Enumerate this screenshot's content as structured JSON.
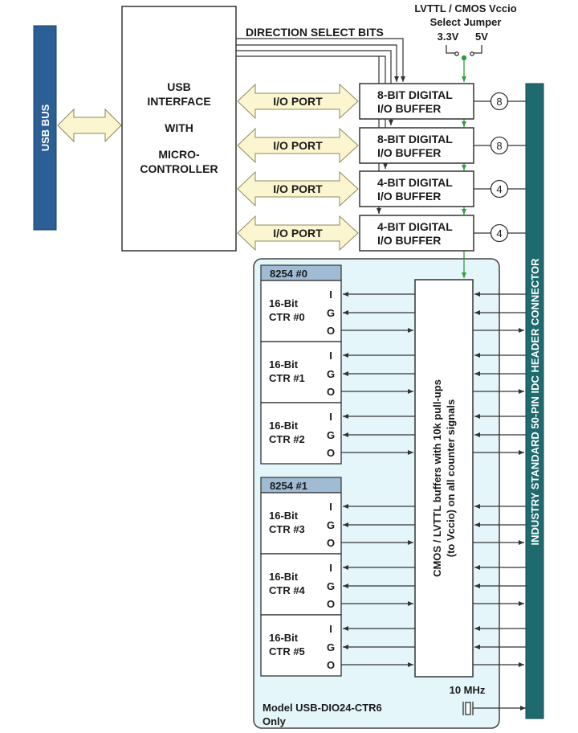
{
  "usb_bus": {
    "label": "USB BUS",
    "color": "#2c5f96"
  },
  "usb_interface": {
    "line1": "USB",
    "line2": "INTERFACE",
    "line3": "WITH",
    "line4": "MICRO-",
    "line5": "CONTROLLER"
  },
  "direction_select_label": "DIRECTION SELECT BITS",
  "jumper": {
    "title1": "LVTTL / CMOS Vccio",
    "title2": "Select Jumper",
    "opt_low": "3.3V",
    "opt_high": "5V"
  },
  "io_ports": [
    {
      "label": "I/O PORT",
      "buffer1": "8-BIT DIGITAL",
      "buffer2": "I/O BUFFER",
      "bits": "8"
    },
    {
      "label": "I/O PORT",
      "buffer1": "8-BIT DIGITAL",
      "buffer2": "I/O BUFFER",
      "bits": "8"
    },
    {
      "label": "I/O PORT",
      "buffer1": "4-BIT DIGITAL",
      "buffer2": "I/O BUFFER",
      "bits": "4"
    },
    {
      "label": "I/O PORT",
      "buffer1": "4-BIT DIGITAL",
      "buffer2": "I/O BUFFER",
      "bits": "4"
    }
  ],
  "connector": {
    "label": "INDUSTRY STANDARD 50-PIN IDC HEADER CONNECTOR",
    "color": "#1e6a6e"
  },
  "counter_chips": [
    {
      "title": "8254 #0",
      "counters": [
        {
          "line1": "16-Bit",
          "line2": "CTR #0"
        },
        {
          "line1": "16-Bit",
          "line2": "CTR #1"
        },
        {
          "line1": "16-Bit",
          "line2": "CTR #2"
        }
      ]
    },
    {
      "title": "8254 #1",
      "counters": [
        {
          "line1": "16-Bit",
          "line2": "CTR #3"
        },
        {
          "line1": "16-Bit",
          "line2": "CTR #4"
        },
        {
          "line1": "16-Bit",
          "line2": "CTR #5"
        }
      ]
    }
  ],
  "pins": {
    "i": "I",
    "g": "G",
    "o": "O"
  },
  "buffer_block": {
    "line1": "CMOS / LVTTL buffers with 10k pull-ups",
    "line2": "(to Vccio) on all counter signals"
  },
  "clock_label": "10 MHz",
  "model_note": {
    "line1": "Model USB-DIO24-CTR6",
    "line2": "Only"
  },
  "colors": {
    "arrow_fill": "#fbf6d0",
    "arrow_stroke": "#8a8a60",
    "panel_fill": "#e4f6fa",
    "chip_header": "#9fbcd4",
    "green": "#2e9e3c"
  }
}
